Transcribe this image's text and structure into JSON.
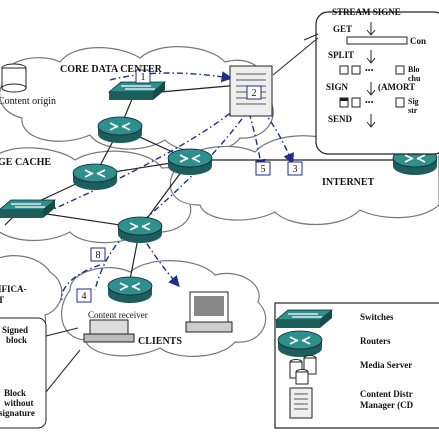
{
  "regions": {
    "core_data_center": "CORE DATA CENTER",
    "edge_cache": "GE CACHE",
    "internet": "INTERNET",
    "clients": "CLIENTS",
    "certification": "IFICA-",
    "certification_line2": "T"
  },
  "nodes": {
    "content_origin": "Content origin",
    "content_receiver": "Content receiver"
  },
  "step_labels": [
    "1",
    "2",
    "3",
    "4",
    "5",
    "8"
  ],
  "stream_box": {
    "title": "STREAM SIGNE",
    "get": "GET",
    "get_desc": "Con",
    "split": "SPLIT",
    "split_desc_1": "Blo",
    "split_desc_2": "chu",
    "sign": "SIGN",
    "sign_note": "(AMORT",
    "sign_desc_1": "Sig",
    "sign_desc_2": "str",
    "send": "SEND",
    "ellipsis": "•••"
  },
  "block_legend": {
    "signed_1": "Signed",
    "signed_2": "block",
    "block_1": "Block",
    "block_2": "without",
    "block_3": "signature"
  },
  "legend": {
    "switches": "Switches",
    "routers": "Routers",
    "media_servers": "Media Server",
    "cdm_1": "Content Distr",
    "cdm_2": "Manager (CD"
  },
  "colors": {
    "device_teal": "#2f8f8c",
    "device_dark": "#1d5e5c",
    "link_blue": "#1a2f8a",
    "cloud_stroke": "#777777"
  }
}
